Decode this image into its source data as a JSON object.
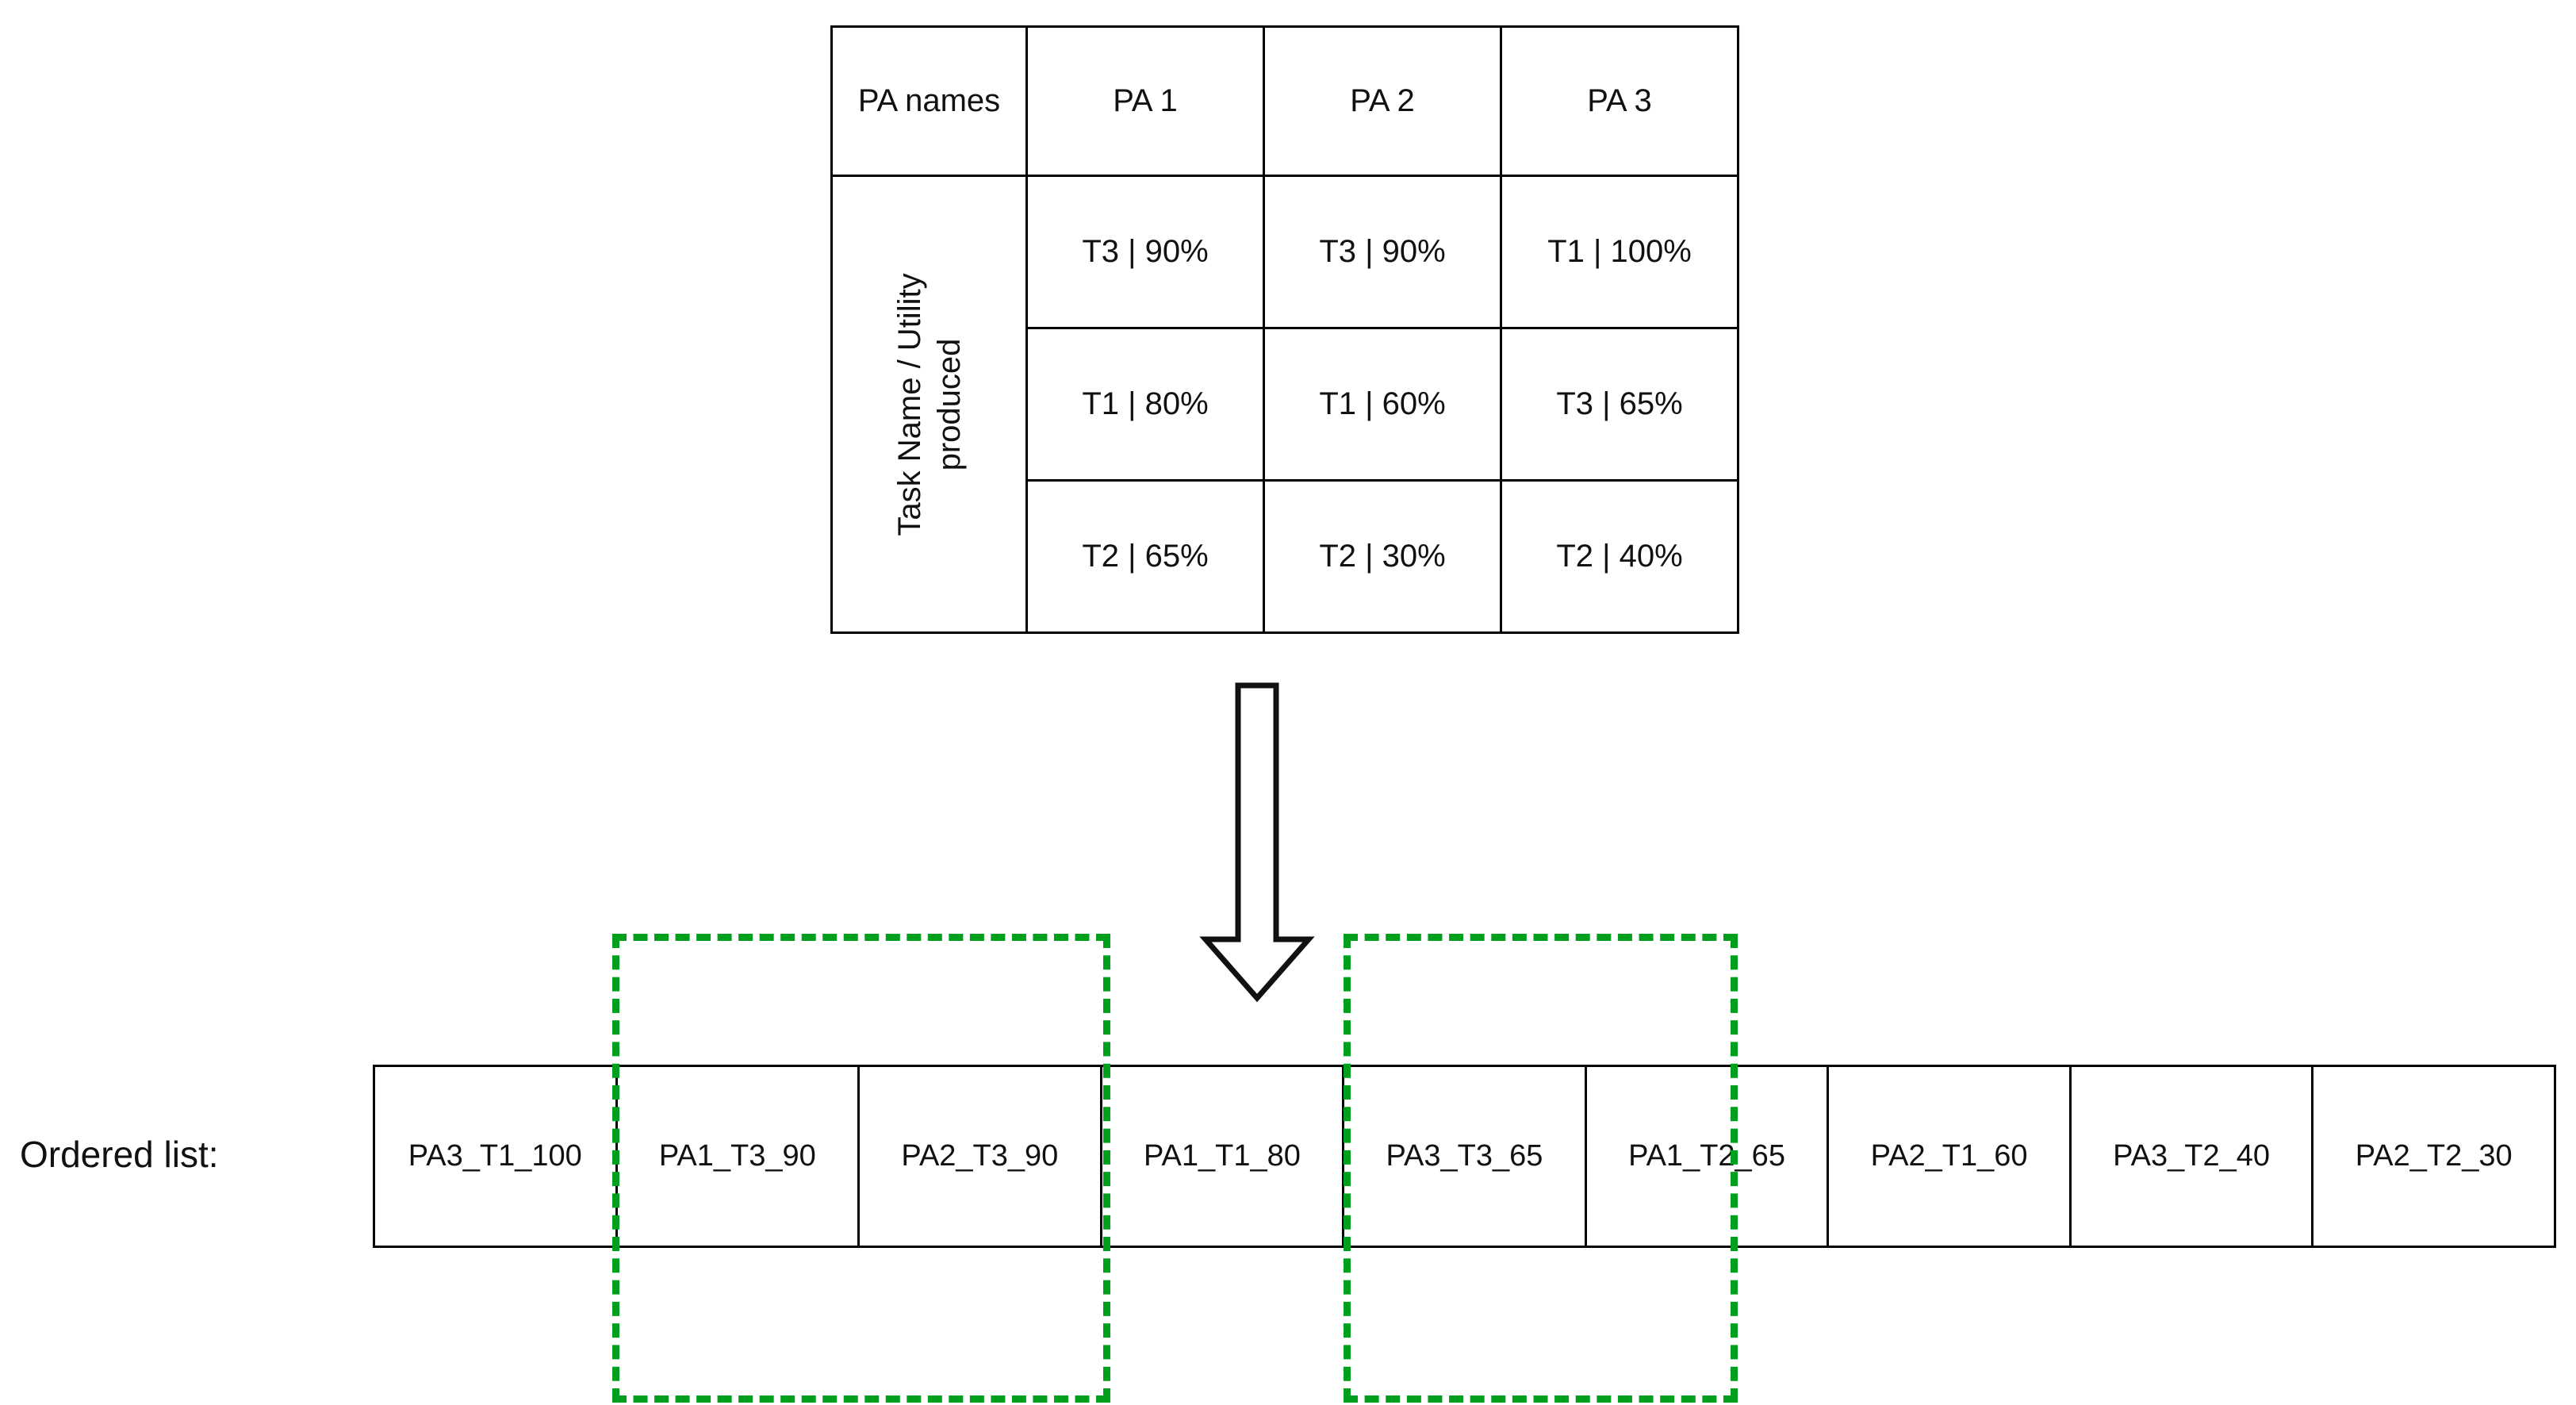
{
  "matrix": {
    "row_axis_label": "Task Name / Utility\nproduced",
    "header": [
      "PA names",
      "PA 1",
      "PA 2",
      "PA 3"
    ],
    "rows": [
      [
        "T3 | 90%",
        "T3 | 90%",
        "T1 | 100%"
      ],
      [
        "T1 | 80%",
        "T1 | 60%",
        "T3 | 65%"
      ],
      [
        "T2 | 65%",
        "T2 | 30%",
        "T2 | 40%"
      ]
    ]
  },
  "arrow": {
    "icon": "down-block-arrow-icon",
    "direction": "down",
    "stroke_color": "#000000",
    "fill_color": "#ffffff"
  },
  "ordered_list": {
    "label": "Ordered list:",
    "cells": [
      "PA3_T1_100",
      "PA1_T3_90",
      "PA2_T3_90",
      "PA1_T1_80",
      "PA3_T3_65",
      "PA1_T2_65",
      "PA2_T1_60",
      "PA3_T2_40",
      "PA2_T2_30"
    ]
  },
  "groups": {
    "color": "#00a01e",
    "style": "dashed",
    "boxes": [
      {
        "name": "tie-group-90",
        "cells": [
          "PA1_T3_90",
          "PA2_T3_90"
        ]
      },
      {
        "name": "tie-group-65",
        "cells": [
          "PA3_T3_65",
          "PA1_T2_65"
        ]
      }
    ]
  }
}
